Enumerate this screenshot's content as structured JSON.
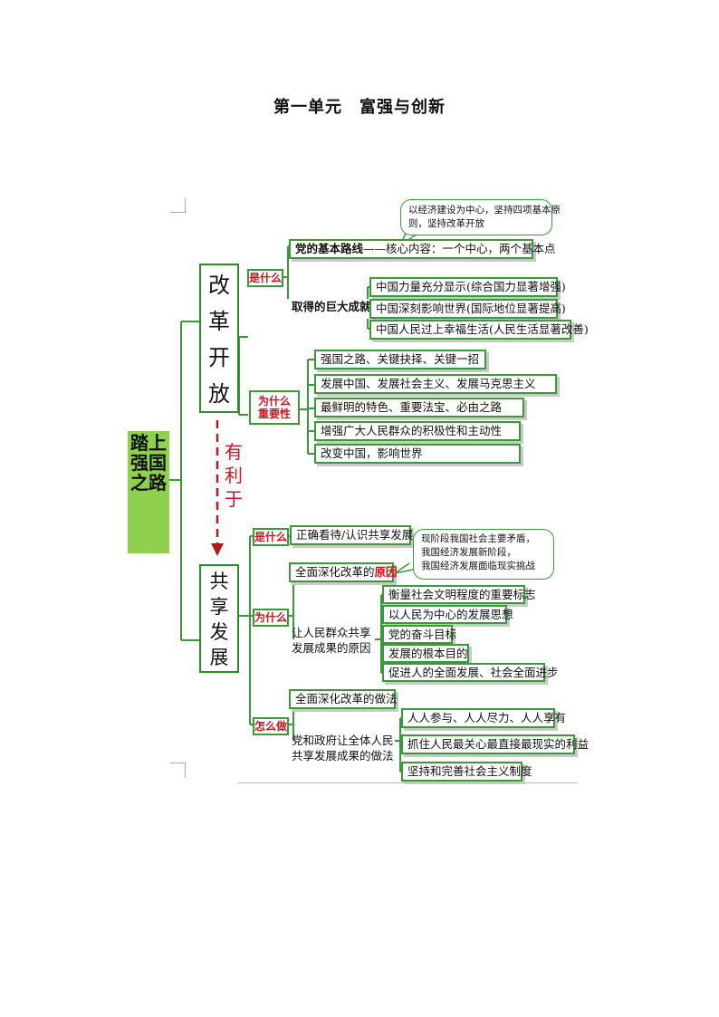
{
  "page_title": "第一单元　富强与创新",
  "root": "踏上强国之路",
  "reform": {
    "title_chars": [
      "改",
      "革",
      "开",
      "放"
    ],
    "what_tag": "是什么",
    "basic_line_label": "党的基本路线",
    "basic_line_text": "——核心内容：一个中心，两个基本点",
    "basic_line_callout_1": "以经济建设为中心，坚持四项基本原",
    "basic_line_callout_2": "则，坚持改革开放",
    "achievements_label": "取得的巨大成就",
    "achievements": [
      "中国力量充分显示(综合国力显著增强)",
      "中国深刻影响世界(国际地位显著提高)",
      "中国人民过上幸福生活(人民生活显著改善)"
    ],
    "why_tag_1": "为什么",
    "why_tag_2": "重要性",
    "importance": [
      "强国之路、关键抉择、关键一招",
      "发展中国、发展社会主义、发展马克思主义",
      "最鲜明的特色、重要法宝、必由之路",
      "增强广大人民群众的积极性和主动性",
      "改变中国，影响世界"
    ]
  },
  "benefit_chars": [
    "有",
    "利",
    "于"
  ],
  "sharing": {
    "title_chars": [
      "共",
      "享",
      "发",
      "展"
    ],
    "what_tag": "是什么",
    "what_text": "正确看待/认识共享发展",
    "why_tag": "为什么",
    "deepen_reason_prefix": "全面深化改革的",
    "deepen_reason_emph": "原因",
    "deepen_callout": [
      "现阶段我国社会主要矛盾，",
      "我国经济发展新阶段，",
      "我国经济发展面临现实挑战"
    ],
    "share_reason_1": "让人民群众共享",
    "share_reason_2": "发展成果的原因",
    "share_reasons": [
      "衡量社会文明程度的重要标志",
      "以人民为中心的发展思想",
      "党的奋斗目标",
      "发展的根本目的",
      "促进人的全面发展、社会全面进步"
    ],
    "how_tag": "怎么做",
    "deepen_how": "全面深化改革的做法",
    "party_how_1": "党和政府让全体人民",
    "party_how_2": "共享发展成果的做法",
    "party_items": [
      "人人参与、人人尽力、人人享有",
      "抓住人民最关心最直接最现实的利益",
      "坚持和完善社会主义制度"
    ]
  },
  "colors": {
    "green": "#3a9a3a",
    "red": "#d0141e",
    "root_fill": "#8fd14f"
  }
}
